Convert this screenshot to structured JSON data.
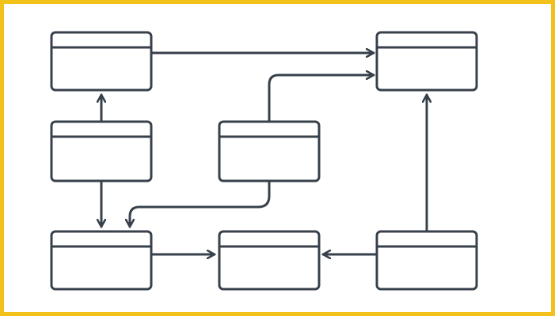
{
  "colors": {
    "frame_border": "#f2c21b",
    "stroke": "#37404b",
    "box_fill": "#ffffff",
    "background": "#ffffff"
  },
  "diagram": {
    "boxes": [
      {
        "id": "box-a"
      },
      {
        "id": "box-b"
      },
      {
        "id": "box-c"
      },
      {
        "id": "box-d"
      },
      {
        "id": "box-e"
      },
      {
        "id": "box-f"
      },
      {
        "id": "box-g"
      }
    ],
    "connectors": [
      {
        "id": "a-to-b",
        "from": "box-a",
        "to": "box-b"
      },
      {
        "id": "c-to-a",
        "from": "box-c",
        "to": "box-a"
      },
      {
        "id": "c-to-e",
        "from": "box-c",
        "to": "box-e"
      },
      {
        "id": "d-to-b",
        "from": "box-d",
        "to": "box-b"
      },
      {
        "id": "d-to-e",
        "from": "box-d",
        "to": "box-e"
      },
      {
        "id": "e-to-f",
        "from": "box-e",
        "to": "box-f"
      },
      {
        "id": "g-to-f",
        "from": "box-g",
        "to": "box-f"
      },
      {
        "id": "g-to-b",
        "from": "box-g",
        "to": "box-b"
      }
    ]
  }
}
